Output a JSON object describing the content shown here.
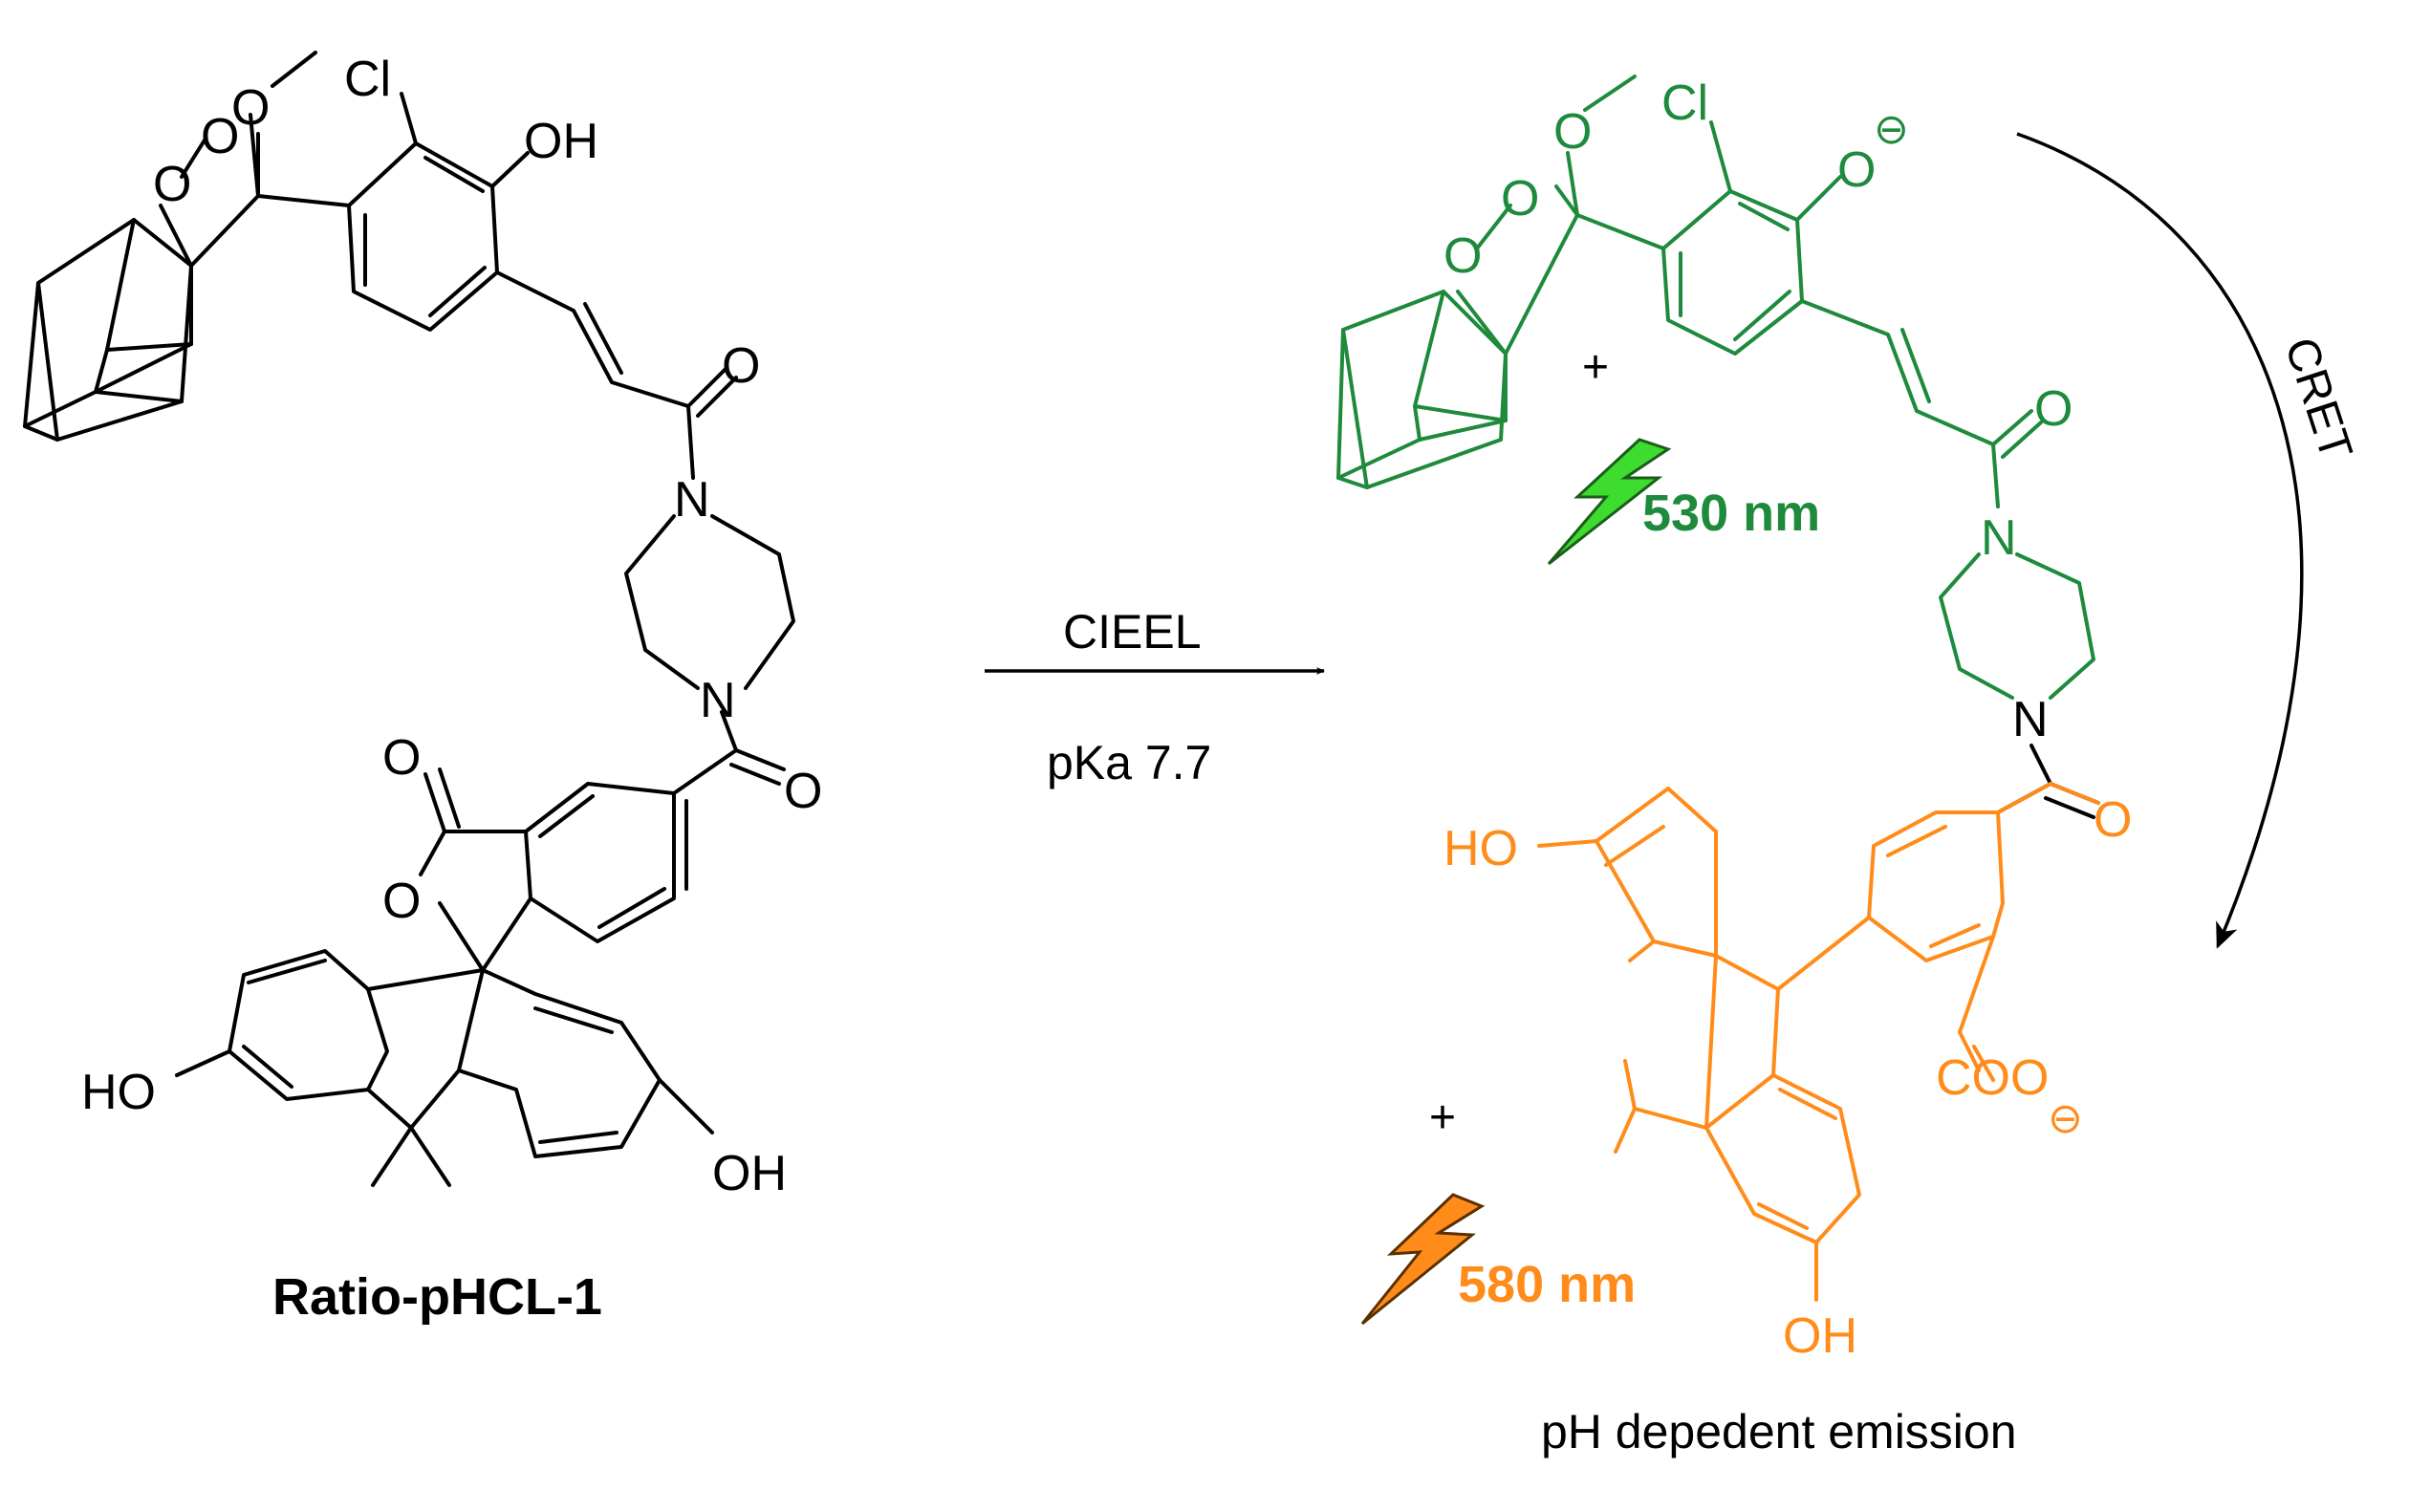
{
  "reactant": {
    "name": "Ratio-pHCL-1",
    "atoms": {
      "cl": "Cl",
      "oh": "OH",
      "ho": "HO",
      "o": "O",
      "n": "N"
    }
  },
  "reaction": {
    "above_arrow": "CIEEL",
    "below_arrow": "pKa 7.7"
  },
  "product_green": {
    "atoms": {
      "cl": "Cl",
      "o": "O",
      "n": "N",
      "charge": "⊖"
    },
    "plus": "+",
    "emission": "530 nm"
  },
  "product_orange": {
    "atoms": {
      "ho": "HO",
      "oh": "OH",
      "coo": "COO",
      "o": "O",
      "charge": "⊖"
    },
    "plus": "+",
    "emission": "580 nm"
  },
  "cret": "CRET",
  "caption": "pH depedent emission",
  "colors": {
    "green": "#1e8a3c",
    "orange": "#ff8c1a",
    "bolt_green": "#3ddc2e",
    "bolt_orange": "#ff8c1a",
    "black": "#000000"
  }
}
